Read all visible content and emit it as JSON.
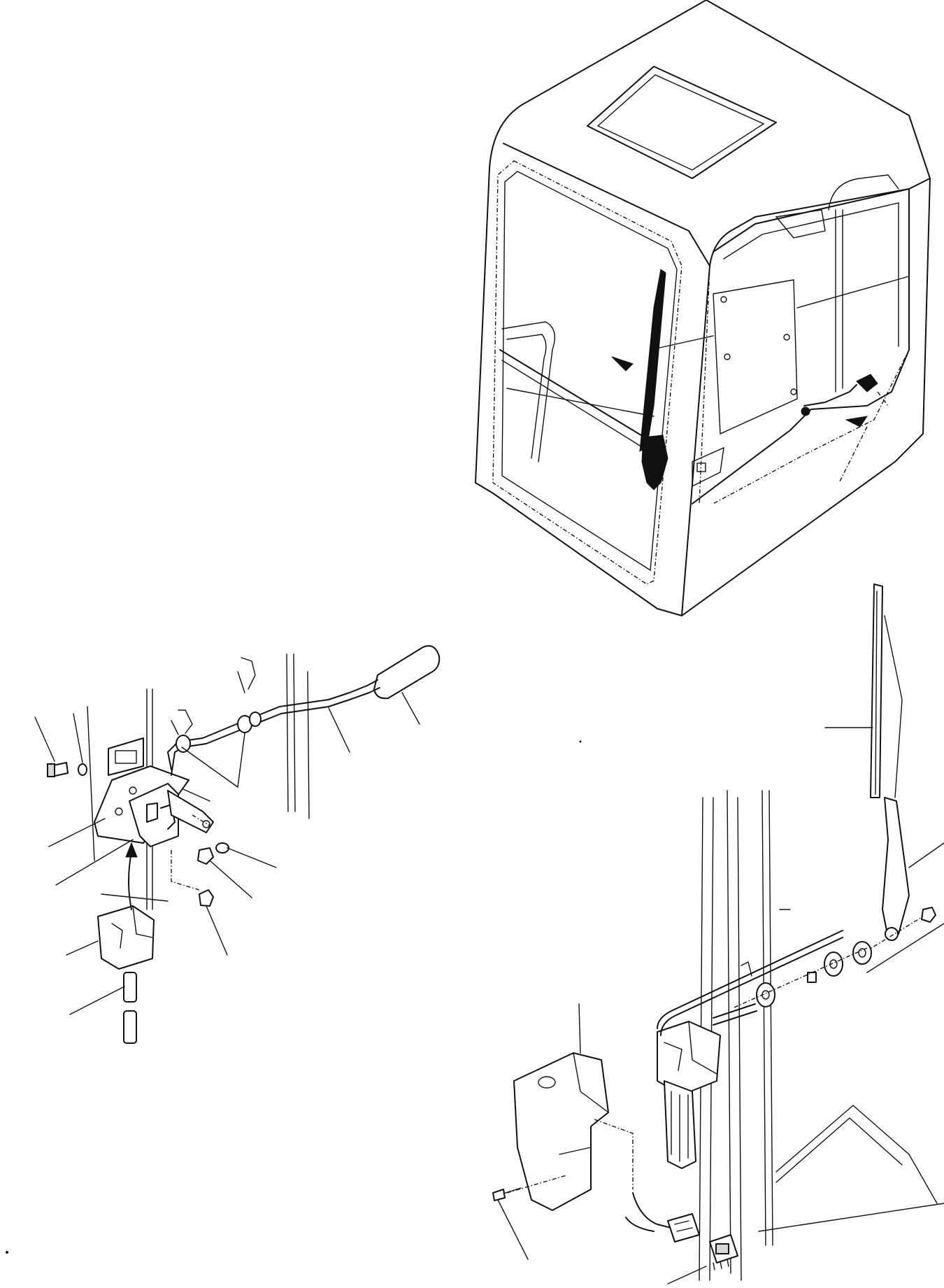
{
  "diagram": {
    "views": [
      {
        "id": "cab-overview",
        "icon": "operator-cab-icon"
      },
      {
        "id": "door-lock-assembly",
        "icon": "door-lock-icon"
      },
      {
        "id": "wiper-assembly",
        "icon": "wiper-motor-icon"
      }
    ],
    "leader_count": 20
  }
}
